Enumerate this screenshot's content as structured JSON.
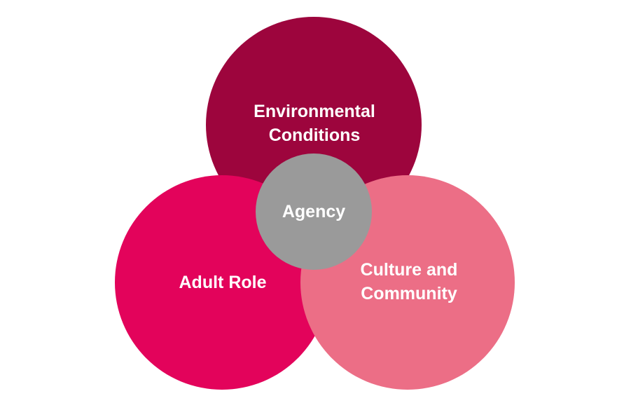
{
  "diagram": {
    "circles": {
      "environmental": {
        "line1": "Environmental",
        "line2": "Conditions",
        "color": "#9d053d"
      },
      "adult": {
        "line1": "Adult Role",
        "color": "#e3035b"
      },
      "culture": {
        "line1": "Culture and",
        "line2": "Community",
        "color": "#ec6e86"
      },
      "agency": {
        "line1": "Agency",
        "color": "#9a9a9a"
      }
    },
    "text_color": "#ffffff",
    "background": "#ffffff"
  }
}
